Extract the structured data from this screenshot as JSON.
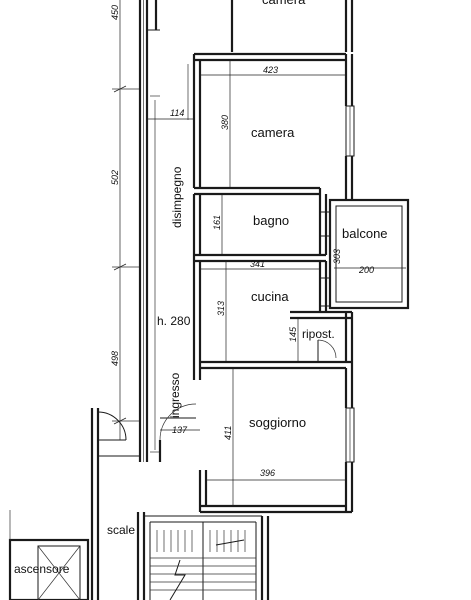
{
  "rooms": {
    "top_room_partial": "camera",
    "camera": "camera",
    "bagno": "bagno",
    "balcone": "balcone",
    "cucina": "cucina",
    "ripost": "ripost.",
    "soggiorno": "soggiorno",
    "disimpegno": "disimpegno",
    "ingresso": "ingresso",
    "scale": "scale",
    "ascensore": "ascensore"
  },
  "notes": {
    "ceiling_height": "h. 280"
  },
  "dimensions": {
    "left_450": "450",
    "left_502": "502",
    "left_498": "498",
    "corridor_114": "114",
    "camera_width_423": "423",
    "camera_height_380": "380",
    "bagno_161": "161",
    "cucina_width_341": "341",
    "cucina_height_313": "313",
    "balcone_303": "303",
    "balcone_200": "200",
    "ripost_145": "145",
    "ingresso_137": "137",
    "soggiorno_height_411": "411",
    "soggiorno_width_396": "396"
  }
}
